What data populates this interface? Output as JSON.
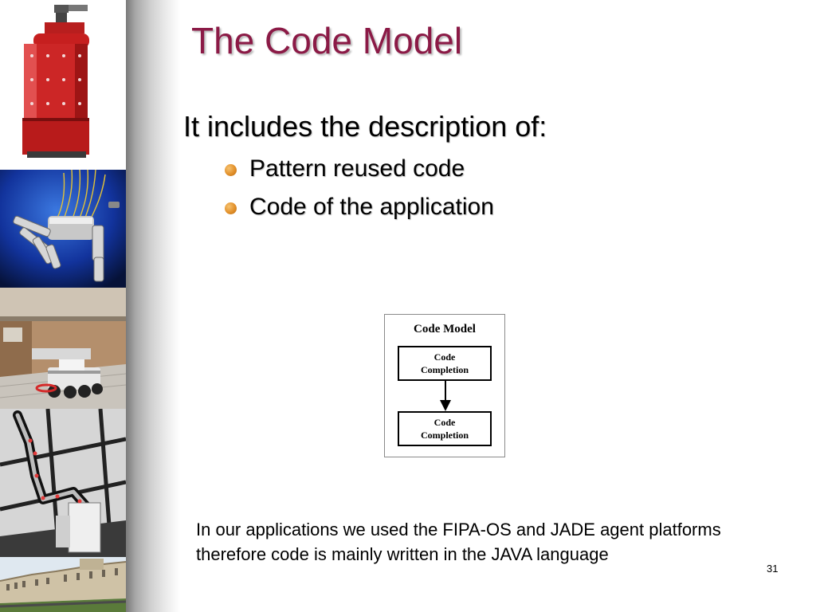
{
  "slide": {
    "title": "The Code Model",
    "intro": "It includes the description of:",
    "bullets": [
      "Pattern reused code",
      "Code of the application"
    ],
    "note": "In our applications we used the FIPA-OS and JADE agent platforms therefore code is mainly written in the JAVA language",
    "page_number": "31"
  },
  "diagram": {
    "title": "Code Model",
    "box_top_line1": "Code",
    "box_top_line2": "Completion",
    "box_bottom_line1": "Code",
    "box_bottom_line2": "Completion"
  },
  "colors": {
    "title": "#8b1a46",
    "bullet": "#e2902a",
    "shadow_band": "#a8a8a8"
  },
  "images": [
    "mobile-robot-photo",
    "robot-hand-photo",
    "rover-robot-photo",
    "robot-arm-photo",
    "building-photo"
  ]
}
